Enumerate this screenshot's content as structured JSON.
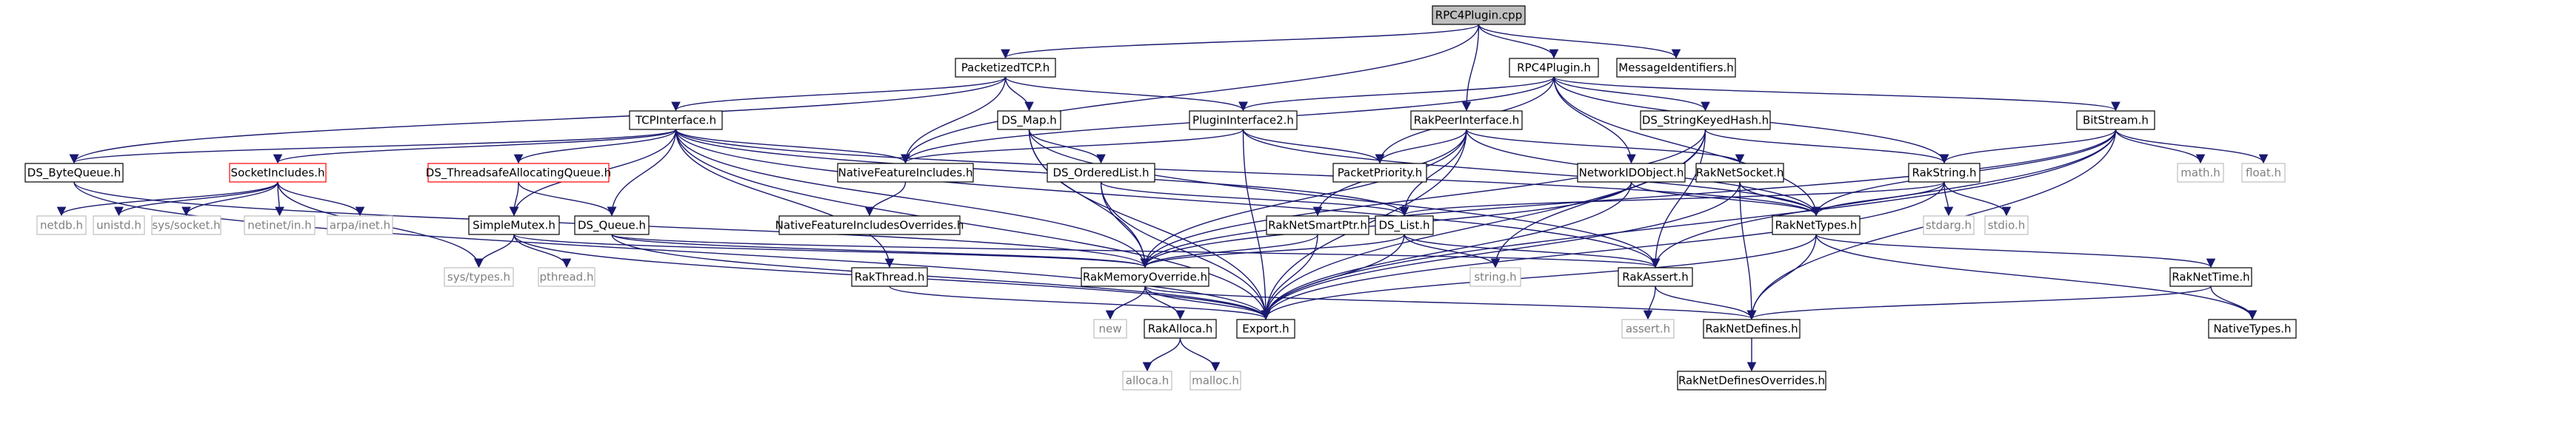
{
  "colors": {
    "edge": "#191970",
    "node_border": "#000000",
    "root_fill": "#bfbfbf",
    "incomplete_border": "#ff0000",
    "system_border": "#bfbfbf",
    "system_text": "#7f7f7f"
  },
  "nodes": [
    {
      "id": "rpc4plugin_cpp",
      "label": "RPC4Plugin.cpp",
      "kind": "root"
    },
    {
      "id": "packetizedtcp_h",
      "label": "PacketizedTCP.h",
      "kind": "normal"
    },
    {
      "id": "rpc4plugin_h",
      "label": "RPC4Plugin.h",
      "kind": "normal"
    },
    {
      "id": "messageidentifiers_h",
      "label": "MessageIdentifiers.h",
      "kind": "normal"
    },
    {
      "id": "tcpinterface_h",
      "label": "TCPInterface.h",
      "kind": "normal"
    },
    {
      "id": "ds_map_h",
      "label": "DS_Map.h",
      "kind": "normal"
    },
    {
      "id": "plugininterface2_h",
      "label": "PluginInterface2.h",
      "kind": "normal"
    },
    {
      "id": "rakpeerinterface_h",
      "label": "RakPeerInterface.h",
      "kind": "normal"
    },
    {
      "id": "ds_stringkeyedhash_h",
      "label": "DS_StringKeyedHash.h",
      "kind": "normal"
    },
    {
      "id": "bitstream_h",
      "label": "BitStream.h",
      "kind": "normal"
    },
    {
      "id": "ds_bytequeue_h",
      "label": "DS_ByteQueue.h",
      "kind": "normal"
    },
    {
      "id": "socketincludes_h",
      "label": "SocketIncludes.h",
      "kind": "incomplete"
    },
    {
      "id": "ds_threadsafeallocatingqueue_h",
      "label": "DS_ThreadsafeAllocatingQueue.h",
      "kind": "incomplete"
    },
    {
      "id": "nativefeatureincludes_h",
      "label": "NativeFeatureIncludes.h",
      "kind": "normal"
    },
    {
      "id": "ds_orderedlist_h",
      "label": "DS_OrderedList.h",
      "kind": "normal"
    },
    {
      "id": "packetpriority_h",
      "label": "PacketPriority.h",
      "kind": "normal"
    },
    {
      "id": "networkidobject_h",
      "label": "NetworkIDObject.h",
      "kind": "normal"
    },
    {
      "id": "raknetsocket_h",
      "label": "RakNetSocket.h",
      "kind": "normal"
    },
    {
      "id": "rakstring_h",
      "label": "RakString.h",
      "kind": "normal"
    },
    {
      "id": "math_h",
      "label": "math.h",
      "kind": "system"
    },
    {
      "id": "float_h",
      "label": "float.h",
      "kind": "system"
    },
    {
      "id": "netdb_h",
      "label": "netdb.h",
      "kind": "system"
    },
    {
      "id": "unistd_h",
      "label": "unistd.h",
      "kind": "system"
    },
    {
      "id": "sys_socket_h",
      "label": "sys/socket.h",
      "kind": "system"
    },
    {
      "id": "netinet_in_h",
      "label": "netinet/in.h",
      "kind": "system"
    },
    {
      "id": "arpa_inet_h",
      "label": "arpa/inet.h",
      "kind": "system"
    },
    {
      "id": "simplemutex_h",
      "label": "SimpleMutex.h",
      "kind": "normal"
    },
    {
      "id": "ds_queue_h",
      "label": "DS_Queue.h",
      "kind": "normal"
    },
    {
      "id": "nativefeatureincludesoverrides_h",
      "label": "NativeFeatureIncludesOverrides.h",
      "kind": "normal"
    },
    {
      "id": "raknetsmartptr_h",
      "label": "RakNetSmartPtr.h",
      "kind": "normal"
    },
    {
      "id": "ds_list_h",
      "label": "DS_List.h",
      "kind": "normal"
    },
    {
      "id": "raknettypes_h",
      "label": "RakNetTypes.h",
      "kind": "normal"
    },
    {
      "id": "stdarg_h",
      "label": "stdarg.h",
      "kind": "system"
    },
    {
      "id": "stdio_h",
      "label": "stdio.h",
      "kind": "system"
    },
    {
      "id": "sys_types_h",
      "label": "sys/types.h",
      "kind": "system"
    },
    {
      "id": "pthread_h",
      "label": "pthread.h",
      "kind": "system"
    },
    {
      "id": "rakthread_h",
      "label": "RakThread.h",
      "kind": "normal"
    },
    {
      "id": "rakmemoryoverride_h",
      "label": "RakMemoryOverride.h",
      "kind": "normal"
    },
    {
      "id": "string_h",
      "label": "string.h",
      "kind": "system"
    },
    {
      "id": "rakassert_h",
      "label": "RakAssert.h",
      "kind": "normal"
    },
    {
      "id": "raknettime_h",
      "label": "RakNetTime.h",
      "kind": "normal"
    },
    {
      "id": "new",
      "label": "new",
      "kind": "system"
    },
    {
      "id": "rakalloca_h",
      "label": "RakAlloca.h",
      "kind": "normal"
    },
    {
      "id": "export_h",
      "label": "Export.h",
      "kind": "normal"
    },
    {
      "id": "assert_h",
      "label": "assert.h",
      "kind": "system"
    },
    {
      "id": "raknetdefines_h",
      "label": "RakNetDefines.h",
      "kind": "normal"
    },
    {
      "id": "nativetypes_h",
      "label": "NativeTypes.h",
      "kind": "normal"
    },
    {
      "id": "alloca_h",
      "label": "alloca.h",
      "kind": "system"
    },
    {
      "id": "malloc_h",
      "label": "malloc.h",
      "kind": "system"
    },
    {
      "id": "raknetdefinesoverrides_h",
      "label": "RakNetDefinesOverrides.h",
      "kind": "normal"
    }
  ],
  "edges": [
    [
      "rpc4plugin_cpp",
      "packetizedtcp_h"
    ],
    [
      "rpc4plugin_cpp",
      "rpc4plugin_h"
    ],
    [
      "rpc4plugin_cpp",
      "messageidentifiers_h"
    ],
    [
      "rpc4plugin_cpp",
      "rakpeerinterface_h"
    ],
    [
      "rpc4plugin_cpp",
      "nativefeatureincludes_h"
    ],
    [
      "packetizedtcp_h",
      "tcpinterface_h"
    ],
    [
      "packetizedtcp_h",
      "ds_map_h"
    ],
    [
      "packetizedtcp_h",
      "plugininterface2_h"
    ],
    [
      "packetizedtcp_h",
      "ds_bytequeue_h"
    ],
    [
      "packetizedtcp_h",
      "nativefeatureincludes_h"
    ],
    [
      "rpc4plugin_h",
      "plugininterface2_h"
    ],
    [
      "rpc4plugin_h",
      "ds_stringkeyedhash_h"
    ],
    [
      "rpc4plugin_h",
      "bitstream_h"
    ],
    [
      "rpc4plugin_h",
      "packetpriority_h"
    ],
    [
      "rpc4plugin_h",
      "networkidobject_h"
    ],
    [
      "rpc4plugin_h",
      "rakstring_h"
    ],
    [
      "rpc4plugin_h",
      "raknettypes_h"
    ],
    [
      "rpc4plugin_h",
      "nativefeatureincludes_h"
    ],
    [
      "tcpinterface_h",
      "ds_bytequeue_h"
    ],
    [
      "tcpinterface_h",
      "socketincludes_h"
    ],
    [
      "tcpinterface_h",
      "ds_threadsafeallocatingqueue_h"
    ],
    [
      "tcpinterface_h",
      "nativefeatureincludes_h"
    ],
    [
      "tcpinterface_h",
      "simplemutex_h"
    ],
    [
      "tcpinterface_h",
      "ds_queue_h"
    ],
    [
      "tcpinterface_h",
      "rakthread_h"
    ],
    [
      "tcpinterface_h",
      "rakmemoryoverride_h"
    ],
    [
      "tcpinterface_h",
      "raknettypes_h"
    ],
    [
      "tcpinterface_h",
      "ds_list_h"
    ],
    [
      "tcpinterface_h",
      "export_h"
    ],
    [
      "tcpinterface_h",
      "rakassert_h"
    ],
    [
      "ds_map_h",
      "ds_orderedlist_h"
    ],
    [
      "ds_map_h",
      "rakmemoryoverride_h"
    ],
    [
      "ds_map_h",
      "export_h"
    ],
    [
      "ds_map_h",
      "rakassert_h"
    ],
    [
      "plugininterface2_h",
      "nativefeatureincludes_h"
    ],
    [
      "plugininterface2_h",
      "packetpriority_h"
    ],
    [
      "plugininterface2_h",
      "raknettypes_h"
    ],
    [
      "plugininterface2_h",
      "export_h"
    ],
    [
      "rakpeerinterface_h",
      "packetpriority_h"
    ],
    [
      "rakpeerinterface_h",
      "raknetsocket_h"
    ],
    [
      "rakpeerinterface_h",
      "raknetsmartptr_h"
    ],
    [
      "rakpeerinterface_h",
      "ds_list_h"
    ],
    [
      "rakpeerinterface_h",
      "raknettypes_h"
    ],
    [
      "rakpeerinterface_h",
      "rakmemoryoverride_h"
    ],
    [
      "rakpeerinterface_h",
      "export_h"
    ],
    [
      "ds_stringkeyedhash_h",
      "rakstring_h"
    ],
    [
      "ds_stringkeyedhash_h",
      "rakmemoryoverride_h"
    ],
    [
      "ds_stringkeyedhash_h",
      "rakassert_h"
    ],
    [
      "ds_stringkeyedhash_h",
      "string_h"
    ],
    [
      "ds_stringkeyedhash_h",
      "export_h"
    ],
    [
      "bitstream_h",
      "rakstring_h"
    ],
    [
      "bitstream_h",
      "math_h"
    ],
    [
      "bitstream_h",
      "float_h"
    ],
    [
      "bitstream_h",
      "raknettypes_h"
    ],
    [
      "bitstream_h",
      "rakmemoryoverride_h"
    ],
    [
      "bitstream_h",
      "rakassert_h"
    ],
    [
      "bitstream_h",
      "export_h"
    ],
    [
      "bitstream_h",
      "raknetdefines_h"
    ],
    [
      "ds_bytequeue_h",
      "rakmemoryoverride_h"
    ],
    [
      "ds_bytequeue_h",
      "export_h"
    ],
    [
      "socketincludes_h",
      "netdb_h"
    ],
    [
      "socketincludes_h",
      "unistd_h"
    ],
    [
      "socketincludes_h",
      "sys_socket_h"
    ],
    [
      "socketincludes_h",
      "netinet_in_h"
    ],
    [
      "socketincludes_h",
      "arpa_inet_h"
    ],
    [
      "socketincludes_h",
      "sys_types_h"
    ],
    [
      "ds_threadsafeallocatingqueue_h",
      "simplemutex_h"
    ],
    [
      "ds_threadsafeallocatingqueue_h",
      "ds_queue_h"
    ],
    [
      "nativefeatureincludes_h",
      "nativefeatureincludesoverrides_h"
    ],
    [
      "ds_orderedlist_h",
      "ds_list_h"
    ],
    [
      "ds_orderedlist_h",
      "rakmemoryoverride_h"
    ],
    [
      "ds_orderedlist_h",
      "export_h"
    ],
    [
      "networkidobject_h",
      "raknettypes_h"
    ],
    [
      "networkidobject_h",
      "rakmemoryoverride_h"
    ],
    [
      "networkidobject_h",
      "export_h"
    ],
    [
      "raknetsocket_h",
      "raknettypes_h"
    ],
    [
      "raknetsocket_h",
      "raknetdefines_h"
    ],
    [
      "raknetsocket_h",
      "export_h"
    ],
    [
      "rakstring_h",
      "raknettypes_h"
    ],
    [
      "rakstring_h",
      "stdarg_h"
    ],
    [
      "rakstring_h",
      "stdio_h"
    ],
    [
      "rakstring_h",
      "export_h"
    ],
    [
      "rakstring_h",
      "ds_list_h"
    ],
    [
      "simplemutex_h",
      "sys_types_h"
    ],
    [
      "simplemutex_h",
      "pthread_h"
    ],
    [
      "simplemutex_h",
      "export_h"
    ],
    [
      "simplemutex_h",
      "rakmemoryoverride_h"
    ],
    [
      "ds_queue_h",
      "rakassert_h"
    ],
    [
      "ds_queue_h",
      "rakmemoryoverride_h"
    ],
    [
      "ds_queue_h",
      "export_h"
    ],
    [
      "raknetsmartptr_h",
      "rakmemoryoverride_h"
    ],
    [
      "raknetsmartptr_h",
      "export_h"
    ],
    [
      "ds_list_h",
      "rakassert_h"
    ],
    [
      "ds_list_h",
      "string_h"
    ],
    [
      "ds_list_h",
      "export_h"
    ],
    [
      "ds_list_h",
      "rakmemoryoverride_h"
    ],
    [
      "raknettypes_h",
      "raknetdefines_h"
    ],
    [
      "raknettypes_h",
      "nativetypes_h"
    ],
    [
      "raknettypes_h",
      "raknettime_h"
    ],
    [
      "raknettypes_h",
      "export_h"
    ],
    [
      "rakthread_h",
      "export_h"
    ],
    [
      "rakmemoryoverride_h",
      "new"
    ],
    [
      "rakmemoryoverride_h",
      "rakalloca_h"
    ],
    [
      "rakmemoryoverride_h",
      "export_h"
    ],
    [
      "rakmemoryoverride_h",
      "raknetdefines_h"
    ],
    [
      "rakassert_h",
      "assert_h"
    ],
    [
      "rakassert_h",
      "raknetdefines_h"
    ],
    [
      "raknettime_h",
      "nativetypes_h"
    ],
    [
      "raknettime_h",
      "raknetdefines_h"
    ],
    [
      "rakalloca_h",
      "alloca_h"
    ],
    [
      "rakalloca_h",
      "malloc_h"
    ],
    [
      "raknetdefines_h",
      "raknetdefinesoverrides_h"
    ]
  ]
}
